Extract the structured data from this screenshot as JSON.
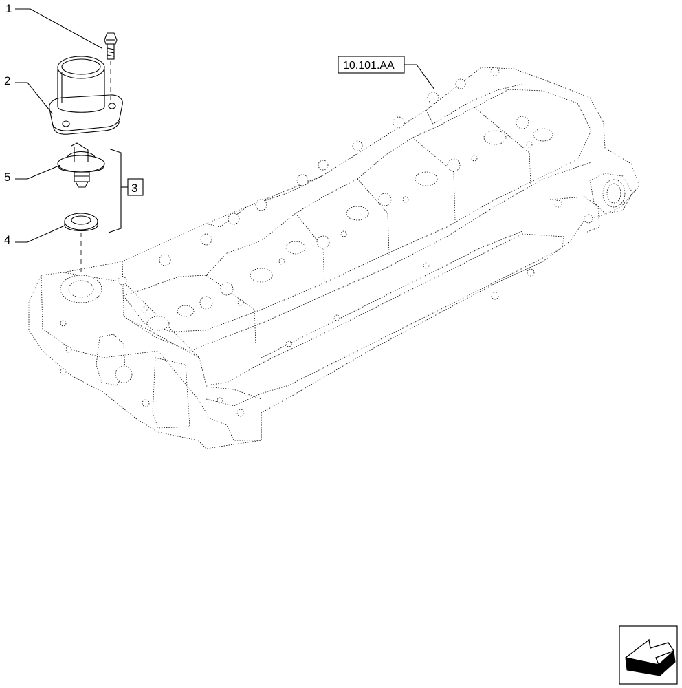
{
  "diagram": {
    "callouts": [
      {
        "id": "1",
        "label": "1"
      },
      {
        "id": "2",
        "label": "2"
      },
      {
        "id": "5",
        "label": "5"
      },
      {
        "id": "3",
        "label": "3"
      },
      {
        "id": "4",
        "label": "4"
      }
    ],
    "reference_label": "10.101.AA",
    "parts": [
      "bolt-icon",
      "thermostat-housing-icon",
      "thermostat-icon",
      "seal-ring-icon",
      "cylinder-head-icon"
    ],
    "nav_icon": "arrow-icon"
  }
}
